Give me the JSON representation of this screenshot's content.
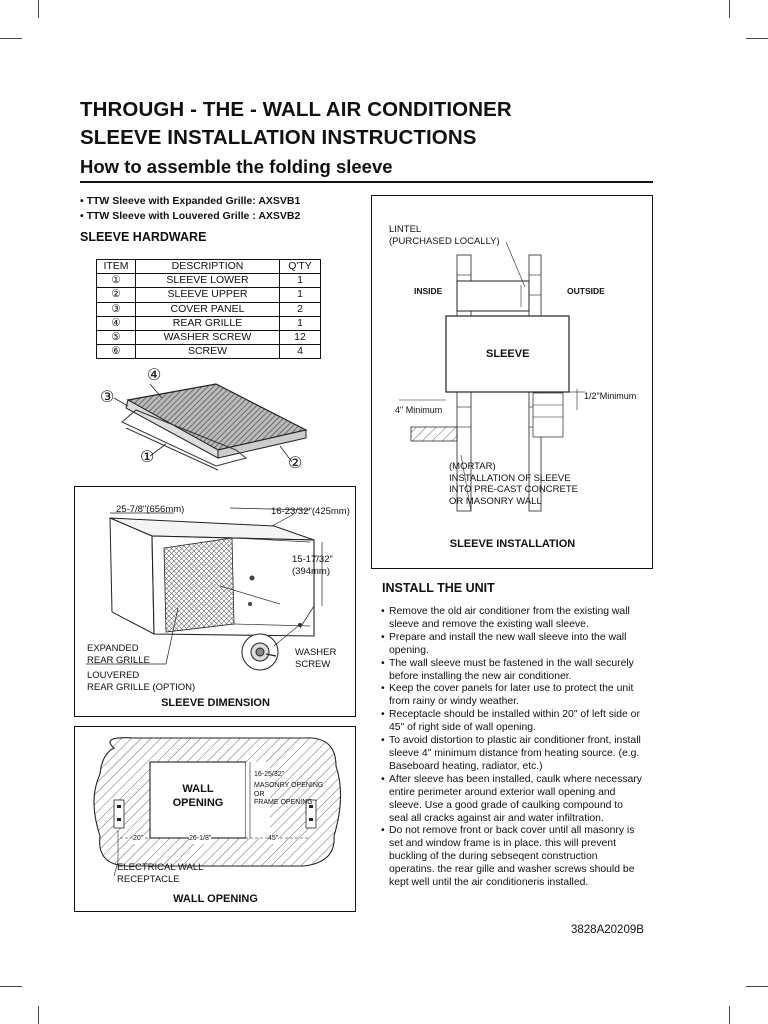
{
  "title_line1": "THROUGH - THE - WALL AIR CONDITIONER",
  "title_line2": "SLEEVE INSTALLATION INSTRUCTIONS",
  "subtitle": "How to assemble the folding sleeve",
  "models": [
    "• TTW Sleeve with Expanded Grille: AXSVB1",
    "• TTW Sleeve with Louvered Grille : AXSVB2"
  ],
  "hardware": {
    "heading": "SLEEVE HARDWARE",
    "headers": [
      "ITEM",
      "DESCRIPTION",
      "Q'TY"
    ],
    "rows": [
      [
        "①",
        "SLEEVE LOWER",
        "1"
      ],
      [
        "②",
        "SLEEVE UPPER",
        "1"
      ],
      [
        "③",
        "COVER PANEL",
        "2"
      ],
      [
        "④",
        "REAR GRILLE",
        "1"
      ],
      [
        "⑤",
        "WASHER SCREW",
        "12"
      ],
      [
        "⑥",
        "SCREW",
        "4"
      ]
    ]
  },
  "exploded": {
    "n1": "①",
    "n2": "②",
    "n3": "③",
    "n4": "④"
  },
  "dimension": {
    "width": "25-7/8\"(656mm)",
    "depth": "16-23/32\"(425mm)",
    "height": "15-17/32\"",
    "height_mm": "(394mm)",
    "expanded_1": "EXPANDED",
    "expanded_2": "REAR GRILLE",
    "louvered_1": "LOUVERED",
    "louvered_2": "REAR GRILLE (OPTION)",
    "washer_1": "WASHER",
    "washer_2": "SCREW",
    "caption": "SLEEVE DIMENSION"
  },
  "opening": {
    "wall_1": "WALL",
    "wall_2": "OPENING",
    "dim_height": "16-25/32\"",
    "note_1": "MASONRY OPENING",
    "note_2": "OR",
    "note_3": "FRAME OPENING",
    "left": "20\"",
    "width": "26-1/8\"",
    "right": "45\"",
    "recept_1": "ELECTRICAL WALL",
    "recept_2": "RECEPTACLE",
    "caption": "WALL OPENING"
  },
  "install_fig": {
    "lintel_1": "LINTEL",
    "lintel_2": "(PURCHASED LOCALLY)",
    "inside": "INSIDE",
    "outside": "OUTSIDE",
    "sleeve": "SLEEVE",
    "half_min": "1/2\"Minimum",
    "four_min": "4\" Minimum",
    "mortar_1": "(MORTAR)",
    "mortar_2": "INSTALLATION OF SLEEVE",
    "mortar_3": "INTO PRE-CAST CONCRETE",
    "mortar_4": "OR MASONRY WALL",
    "caption": "SLEEVE INSTALLATION"
  },
  "install": {
    "heading": "INSTALL THE UNIT",
    "items": [
      "Remove the old air conditioner from the existing wall sleeve and remove the existing wall sleeve.",
      "Prepare and install the new wall sleeve into the wall opening.",
      "The wall sleeve must be fastened in the wall securely before installing the new air conditioner.",
      "Keep the cover panels for later use to protect the unit from rainy or windy weather.",
      "Receptacle should be installed within 20\" of left side or 45\" of right side of wall opening.",
      "To avoid distortion to plastic air conditioner front, install sleeve 4\" minimum distance from heating source. (e.g. Baseboard heating, radiator, etc.)",
      "After sleeve has been installed, caulk where necessary entire perimeter around exterior wall opening and sleeve. Use a good grade of caulking compound to seal all cracks against air and water infiltration.",
      "Do not remove front or back cover until all masonry is set and window frame is in place. this will prevent buckling of the during sebseqent construction operatins. the rear gille and washer screws should be kept well until the air conditioneris installed."
    ]
  },
  "doc_number": "3828A20209B"
}
